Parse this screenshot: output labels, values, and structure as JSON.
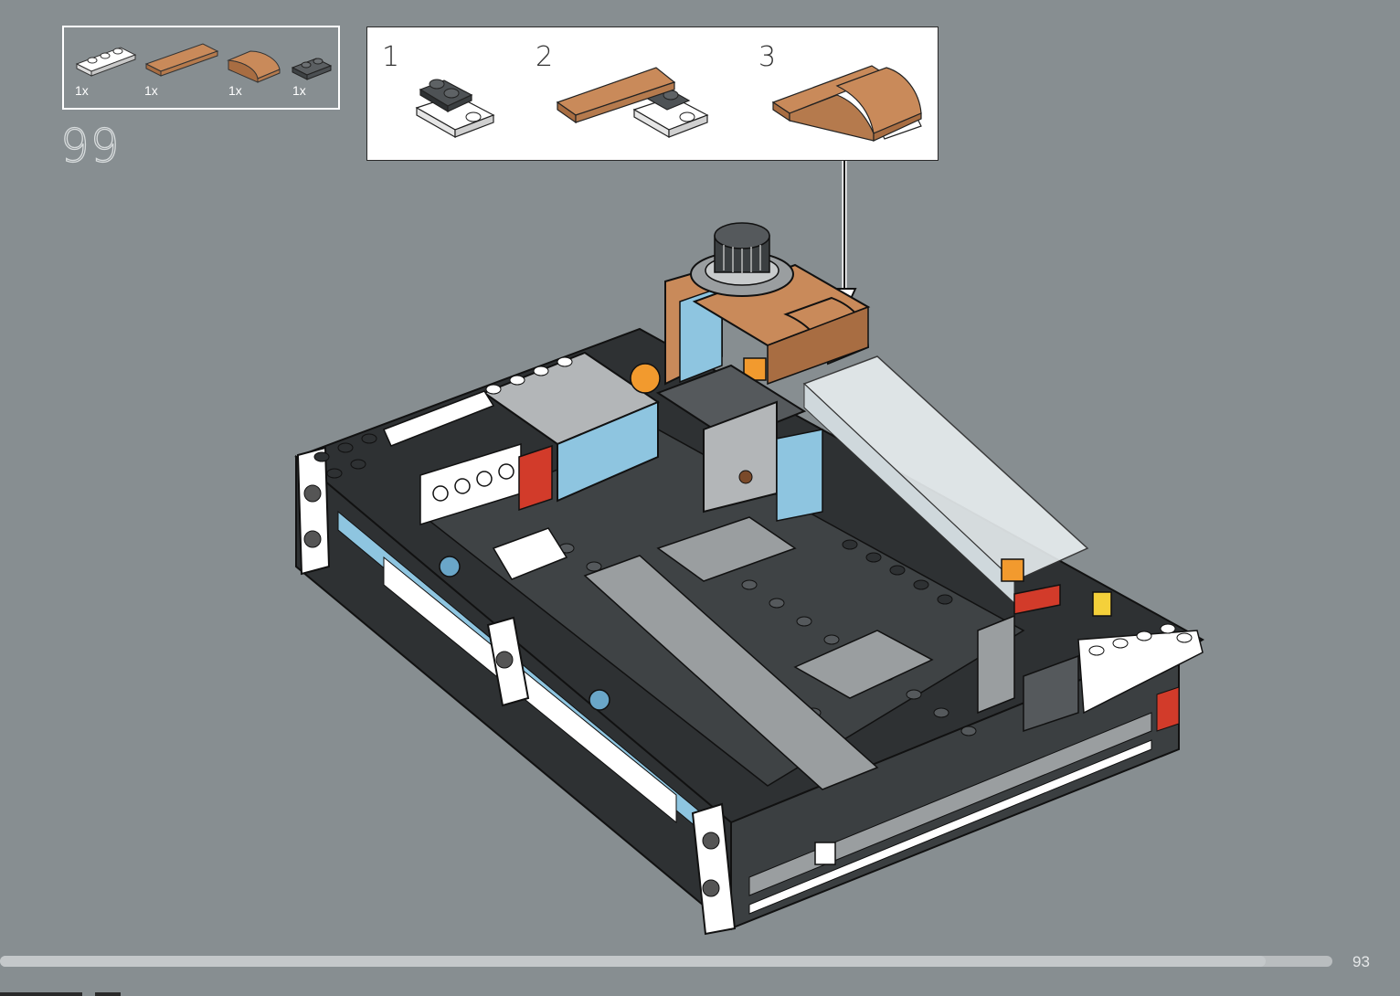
{
  "parts_list": {
    "items": [
      {
        "name": "white-plate-1x3",
        "qty": "1x",
        "color": "#ffffff"
      },
      {
        "name": "tan-tile-1x4",
        "qty": "1x",
        "color": "#c98a5a"
      },
      {
        "name": "tan-curved-slope-2x2",
        "qty": "1x",
        "color": "#c98a5a"
      },
      {
        "name": "dark-gray-plate-1x2",
        "qty": "1x",
        "color": "#5b5f62"
      }
    ]
  },
  "step": {
    "number": "99"
  },
  "sub_assembly": {
    "steps": [
      {
        "number": "1"
      },
      {
        "number": "2"
      },
      {
        "number": "3"
      }
    ]
  },
  "footer": {
    "page_number": "93",
    "progress": 0.95
  },
  "colors": {
    "background": "#878e91",
    "tan": "#c98a5a",
    "black_brick": "#2e3133",
    "light_gray": "#b3b6b8",
    "medium_azure": "#8ec5e0"
  }
}
